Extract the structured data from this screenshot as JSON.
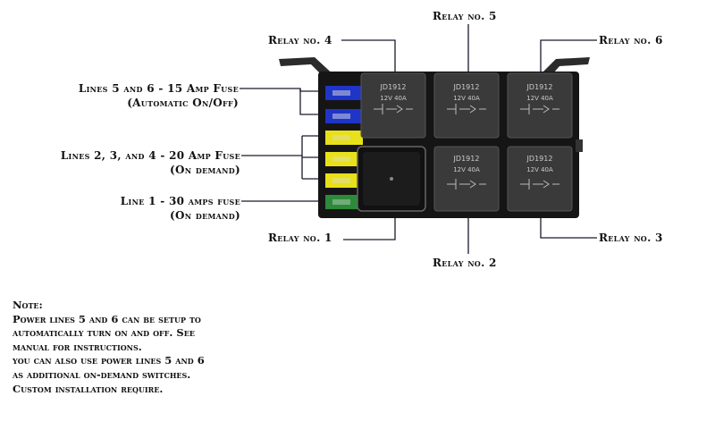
{
  "relays": [
    {
      "label": "Relay no. 1",
      "part": "",
      "rating": ""
    },
    {
      "label": "Relay no. 2",
      "part": "JD1912",
      "rating": "12V 40A"
    },
    {
      "label": "Relay no. 3",
      "part": "JD1912",
      "rating": "12V 40A"
    },
    {
      "label": "Relay no. 4",
      "part": "JD1912",
      "rating": "12V 40A"
    },
    {
      "label": "Relay no. 5",
      "part": "JD1912",
      "rating": "12V 40A"
    },
    {
      "label": "Relay no. 6",
      "part": "JD1912",
      "rating": "12V 40A"
    }
  ],
  "fuse_labels": [
    {
      "line1": "Lines 5 and 6 - 15 Amp Fuse",
      "line2": "(Automatic On/Off)"
    },
    {
      "line1": "Lines 2, 3, and 4 - 20 Amp Fuse",
      "line2": "(On demand)"
    },
    {
      "line1": "Line 1 - 30 amps fuse",
      "line2": "(On demand)"
    }
  ],
  "fuse_colors": {
    "blue": "#1f35c8",
    "yellow": "#e8e018",
    "green": "#2c8a3a"
  },
  "note": {
    "heading": "Note:",
    "lines": [
      "Power lines 5 and 6 can be setup to",
      "automatically turn on and off. See",
      "manual for instructions.",
      "you can also use power lines 5 and 6",
      "as additional on-demand switches.",
      "Custom installation require."
    ]
  }
}
